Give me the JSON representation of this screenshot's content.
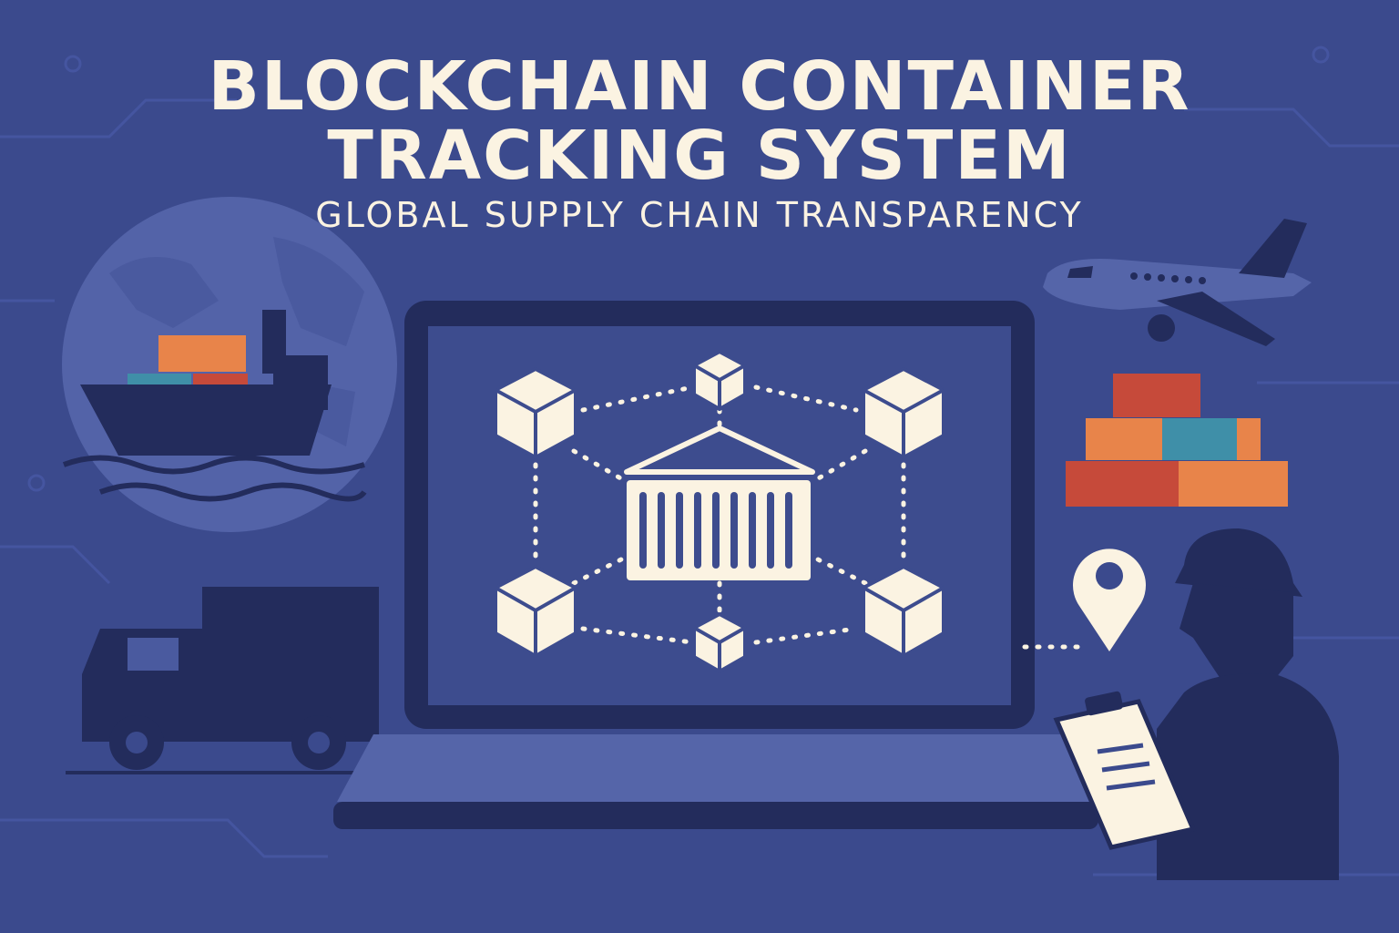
{
  "header": {
    "title_line1": "BLOCKCHAIN CONTAINER",
    "title_line2": "TRACKING SYSTEM",
    "subtitle": "GLOBAL SUPPLY CHAIN TRANSPARENCY"
  },
  "colors": {
    "background": "#3b4a8d",
    "navy": "#232c5c",
    "cream": "#fbf3e2",
    "screen": "#3d4c8e",
    "orange": "#e8844a",
    "teal": "#3f8fa8",
    "red": "#c64a3a",
    "globe": "#5363a8"
  },
  "icons": [
    "globe-icon",
    "cargo-ship-icon",
    "truck-icon",
    "laptop-icon",
    "blockchain-block-icon",
    "shipping-container-icon",
    "airplane-icon",
    "container-stack-icon",
    "location-pin-icon",
    "worker-icon",
    "clipboard-icon"
  ]
}
